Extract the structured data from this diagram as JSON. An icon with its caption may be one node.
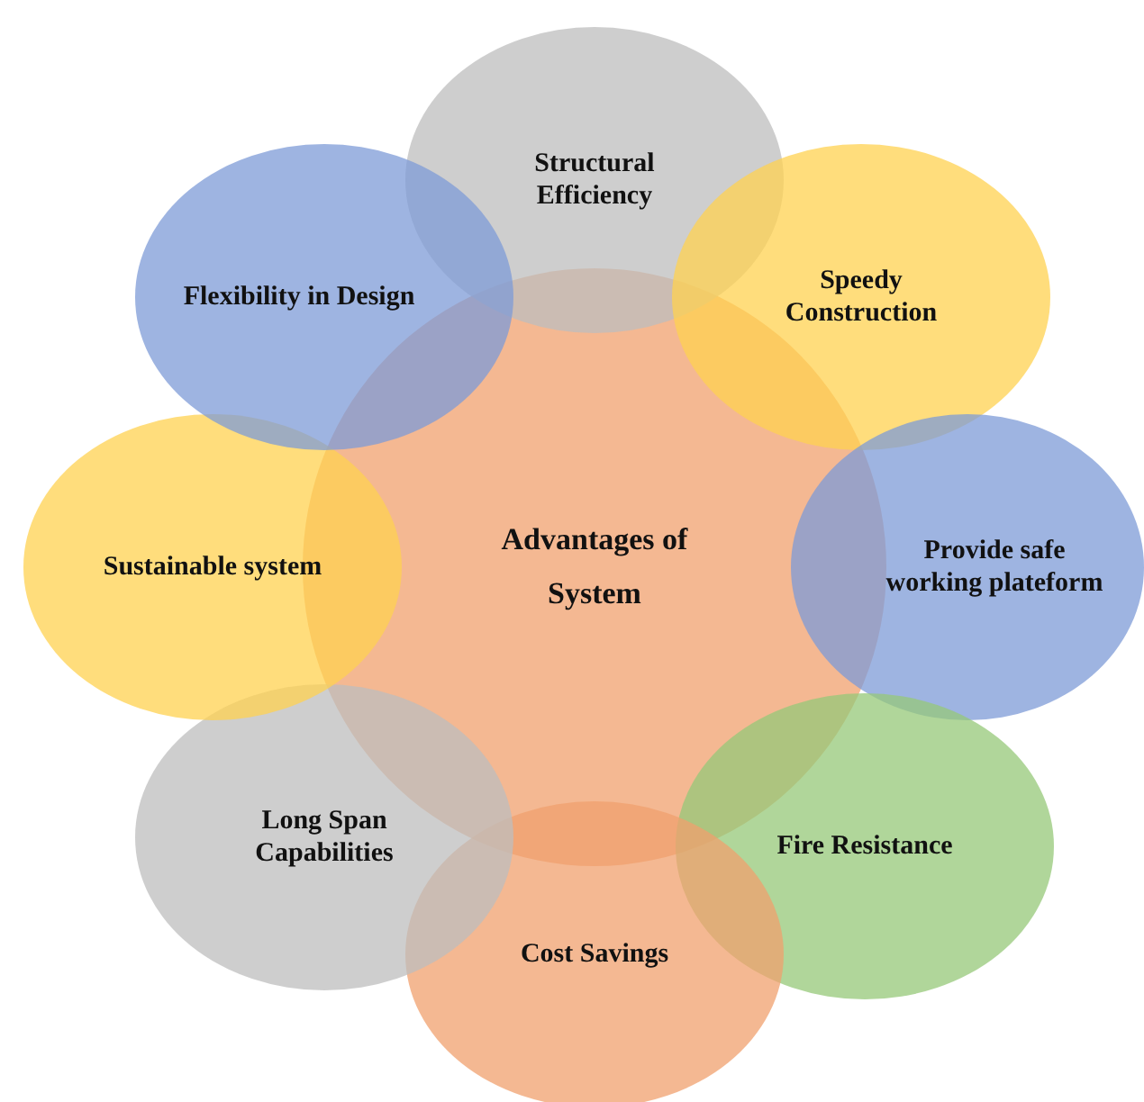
{
  "diagram": {
    "nodes": [
      {
        "text": [
          "Advantages of System"
        ]
      },
      {
        "text": [
          "Structural Efficiency"
        ]
      },
      {
        "text": [
          "Speedy Construction"
        ]
      },
      {
        "text": [
          "Provide safe working plateform"
        ]
      },
      {
        "text": [
          "Fire Resistance"
        ]
      },
      {
        "text": [
          "Cost Savings"
        ]
      },
      {
        "text": [
          "Long Span Capabilities"
        ]
      },
      {
        "text": [
          "Sustainable system"
        ]
      },
      {
        "text": [
          "Flexibility in Design"
        ]
      }
    ],
    "edges": []
  }
}
